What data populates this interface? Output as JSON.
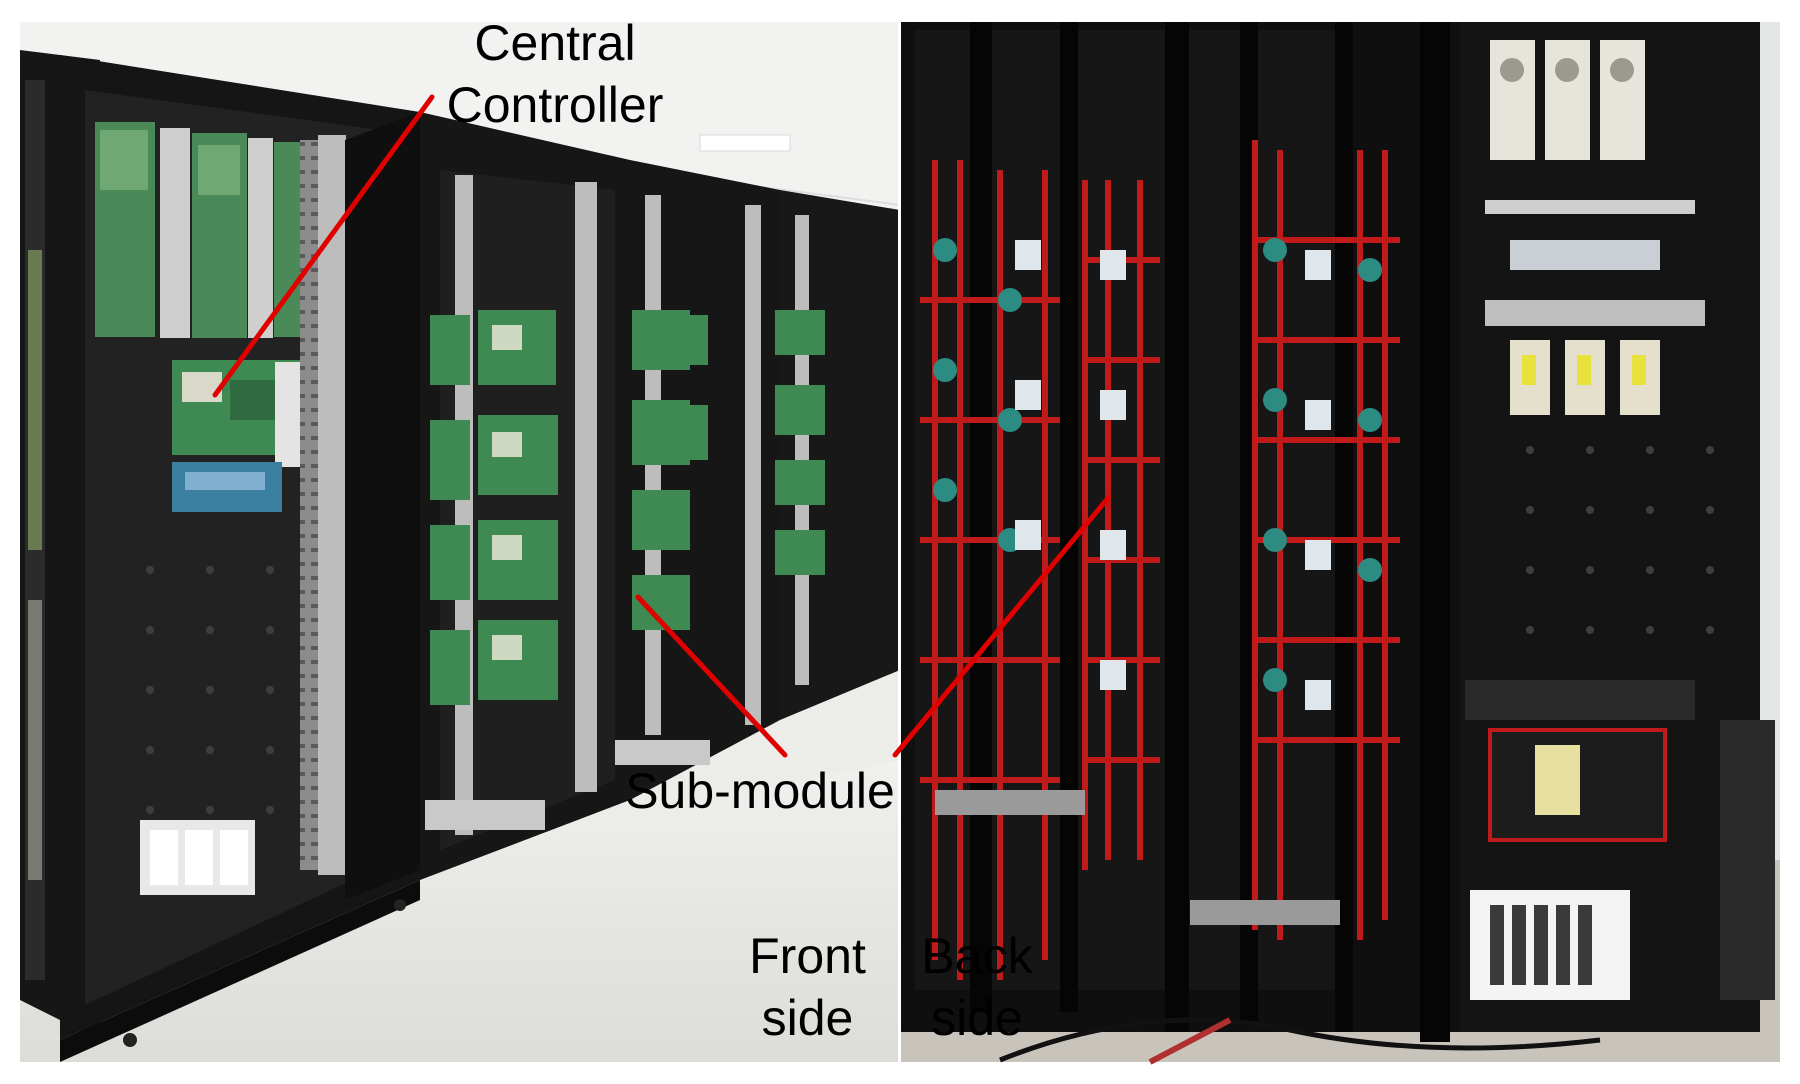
{
  "figure": {
    "labels": {
      "central_controller": {
        "line1": "Central",
        "line2": "Controller"
      },
      "sub_module": "Sub-module",
      "front_side": {
        "line1": "Front",
        "line2": "side"
      },
      "back_side": {
        "line1": "Back",
        "line2": "side"
      }
    },
    "colors": {
      "cabinet_frame": "#141414",
      "pcb_green": "#3f8a52",
      "busbar_red": "#c01a1a",
      "annotation_line": "#e00000",
      "floor": "#e8e8e4",
      "ceiling": "#f1f1ef"
    }
  }
}
